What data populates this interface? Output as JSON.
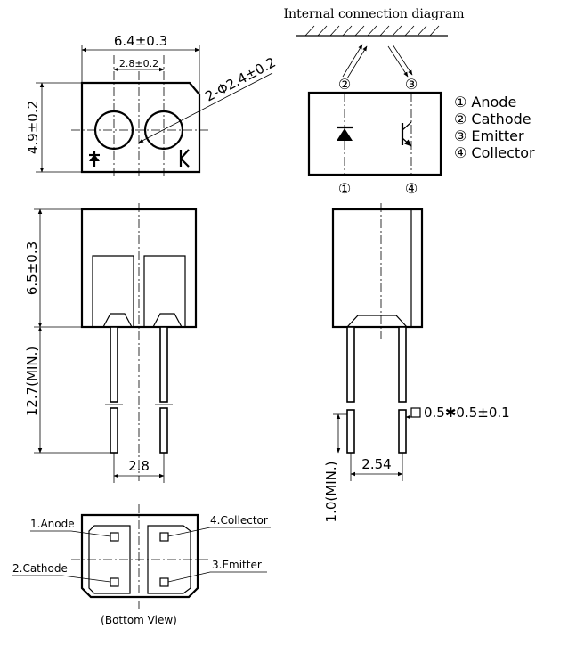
{
  "title": "Internal connection diagram",
  "dimensions": {
    "width_top": "6.4±0.3",
    "pitch_top": "2.8±0.2",
    "height_top": "4.9±0.2",
    "hole_diameter": "2-Φ2.4±0.2",
    "body_height": "6.5±0.3",
    "lead_length": "12.7(MIN.)",
    "lead_pitch_front": "2.8",
    "lead_pitch_side": "2.54",
    "lead_section": "0.5✱0.5±0.1",
    "lead_stub": "1.0(MIN.)"
  },
  "pins": {
    "numbers": [
      "②",
      "③",
      "①",
      "④"
    ],
    "legend": [
      "① Anode",
      "② Cathode",
      "③ Emitter",
      "④ Collector"
    ]
  },
  "bottom_view": {
    "anode": "1.Anode",
    "cathode": "2.Cathode",
    "collector": "4.Collector",
    "emitter": "3.Emitter",
    "caption": "(Bottom View)"
  }
}
